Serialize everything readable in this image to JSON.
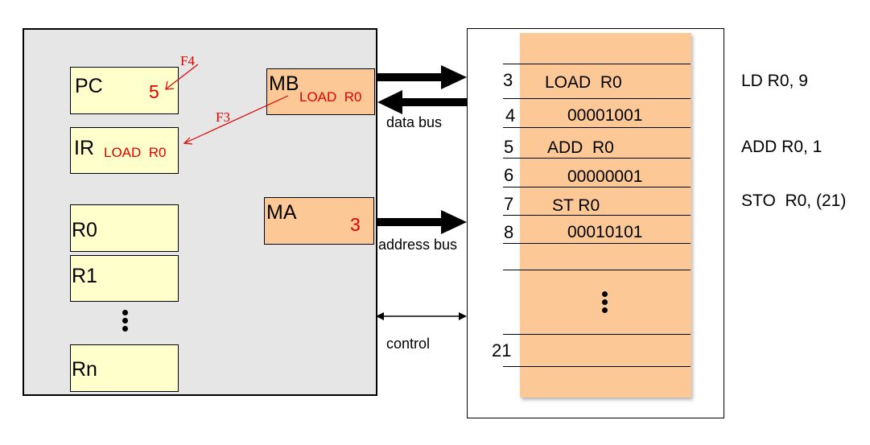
{
  "cpu": {
    "registers": {
      "pc": {
        "name": "PC",
        "value": "5"
      },
      "ir": {
        "name": "IR",
        "value": "LOAD  R0"
      },
      "r0": {
        "name": "R0"
      },
      "r1": {
        "name": "R1"
      },
      "rn": {
        "name": "Rn"
      },
      "mb": {
        "name": "MB",
        "value": "LOAD  R0"
      },
      "ma": {
        "name": "MA",
        "value": "3"
      }
    },
    "flow_labels": {
      "f4": "F4",
      "f3": "F3"
    }
  },
  "buses": {
    "data": "data bus",
    "address": "address bus",
    "control": "control"
  },
  "memory": {
    "rows": [
      {
        "addr": "3",
        "content": "LOAD  R0"
      },
      {
        "addr": "4",
        "content": "00001001"
      },
      {
        "addr": "5",
        "content": "ADD  R0"
      },
      {
        "addr": "6",
        "content": "00000001"
      },
      {
        "addr": "7",
        "content": "ST R0"
      },
      {
        "addr": "8",
        "content": "00010101"
      },
      {
        "addr": "21",
        "content": ""
      }
    ]
  },
  "assembly": [
    "LD R0, 9",
    "ADD R0, 1",
    "STO  R0, (21)"
  ],
  "colors": {
    "register_fill": "#ffffcc",
    "buffer_fill": "#fcc896",
    "memory_fill": "#fcc896",
    "cpu_fill": "#e6e6e6",
    "value_red": "#e00000"
  }
}
